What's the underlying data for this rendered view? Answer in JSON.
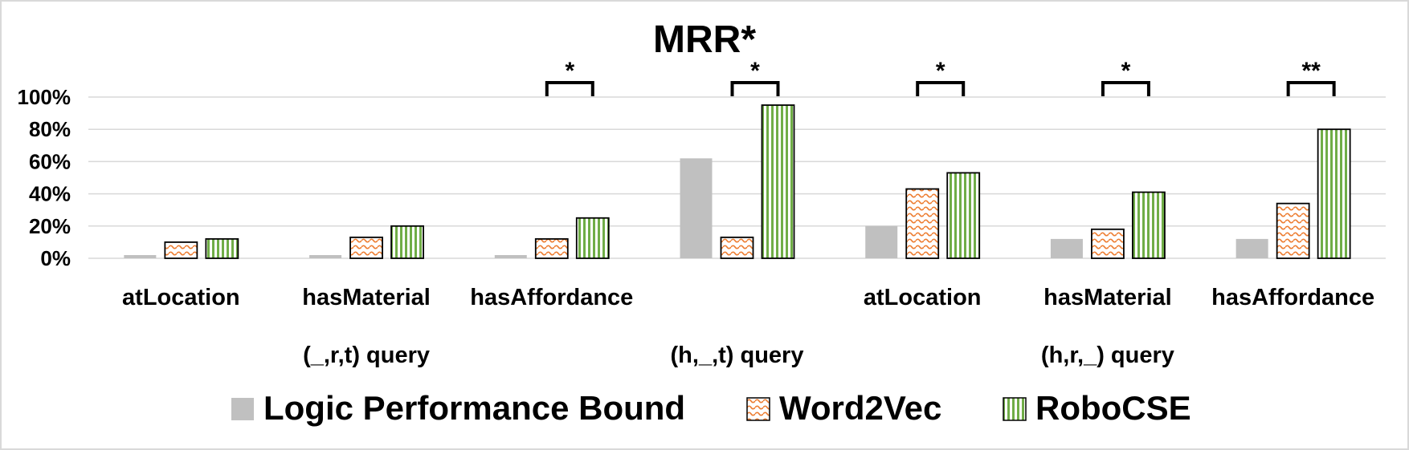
{
  "chart_data": {
    "type": "bar",
    "title": "MRR*",
    "ylim": [
      0,
      100
    ],
    "y_ticks": [
      0,
      20,
      40,
      60,
      80,
      100
    ],
    "y_tick_labels": [
      "0%",
      "20%",
      "40%",
      "60%",
      "80%",
      "100%"
    ],
    "grid": true,
    "legend_position": "bottom",
    "categories": [
      "atLocation",
      "hasMaterial",
      "hasAffordance",
      "",
      "atLocation",
      "hasMaterial",
      "hasAffordance"
    ],
    "groups": [
      {
        "label": "(_,r,t) query"
      },
      {
        "label": "(h,_,t) query"
      },
      {
        "label": "(h,r,_) query"
      }
    ],
    "series": [
      {
        "name": "Logic Performance Bound",
        "color": "#c0c0c0",
        "pattern": "solid",
        "values": [
          2,
          2,
          2,
          62,
          20,
          12,
          12
        ]
      },
      {
        "name": "Word2Vec",
        "color": "#ed7d31",
        "pattern": "wave",
        "values": [
          10,
          13,
          12,
          13,
          43,
          18,
          34
        ]
      },
      {
        "name": "RoboCSE",
        "color": "#70ad47",
        "pattern": "vertical-stripes",
        "values": [
          12,
          20,
          25,
          95,
          53,
          41,
          80
        ]
      }
    ],
    "significance": [
      "",
      "",
      "*",
      "*",
      "*",
      "*",
      "**"
    ]
  }
}
